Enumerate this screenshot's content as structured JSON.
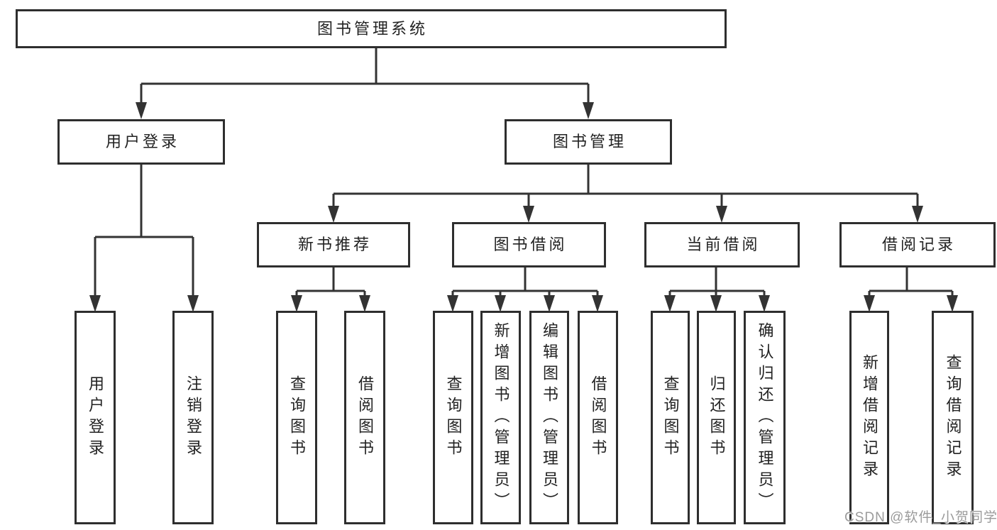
{
  "nodes": {
    "root": {
      "label": "图书管理系统"
    },
    "level2": [
      {
        "label": "用户登录"
      },
      {
        "label": "图书管理"
      }
    ],
    "level3": [
      {
        "label": "新书推荐"
      },
      {
        "label": "图书借阅"
      },
      {
        "label": "当前借阅"
      },
      {
        "label": "借阅记录"
      }
    ],
    "leaves": [
      {
        "label": "用户登录"
      },
      {
        "label": "注销登录"
      },
      {
        "label": "查询图书"
      },
      {
        "label": "借阅图书"
      },
      {
        "label": "查询图书"
      },
      {
        "label": "新增图书（管理员）"
      },
      {
        "label": "编辑图书（管理员）"
      },
      {
        "label": "借阅图书"
      },
      {
        "label": "查询图书"
      },
      {
        "label": "归还图书"
      },
      {
        "label": "确认归还（管理员）"
      },
      {
        "label": "新增借阅记录"
      },
      {
        "label": "查询借阅记录"
      }
    ]
  },
  "watermark": {
    "text": "CSDN @软件_小贺同学"
  },
  "colors": {
    "line": "#333333",
    "border": "#2e2e2e",
    "text": "#222222",
    "watermark": "#9b9b9b",
    "background": "#ffffff"
  }
}
